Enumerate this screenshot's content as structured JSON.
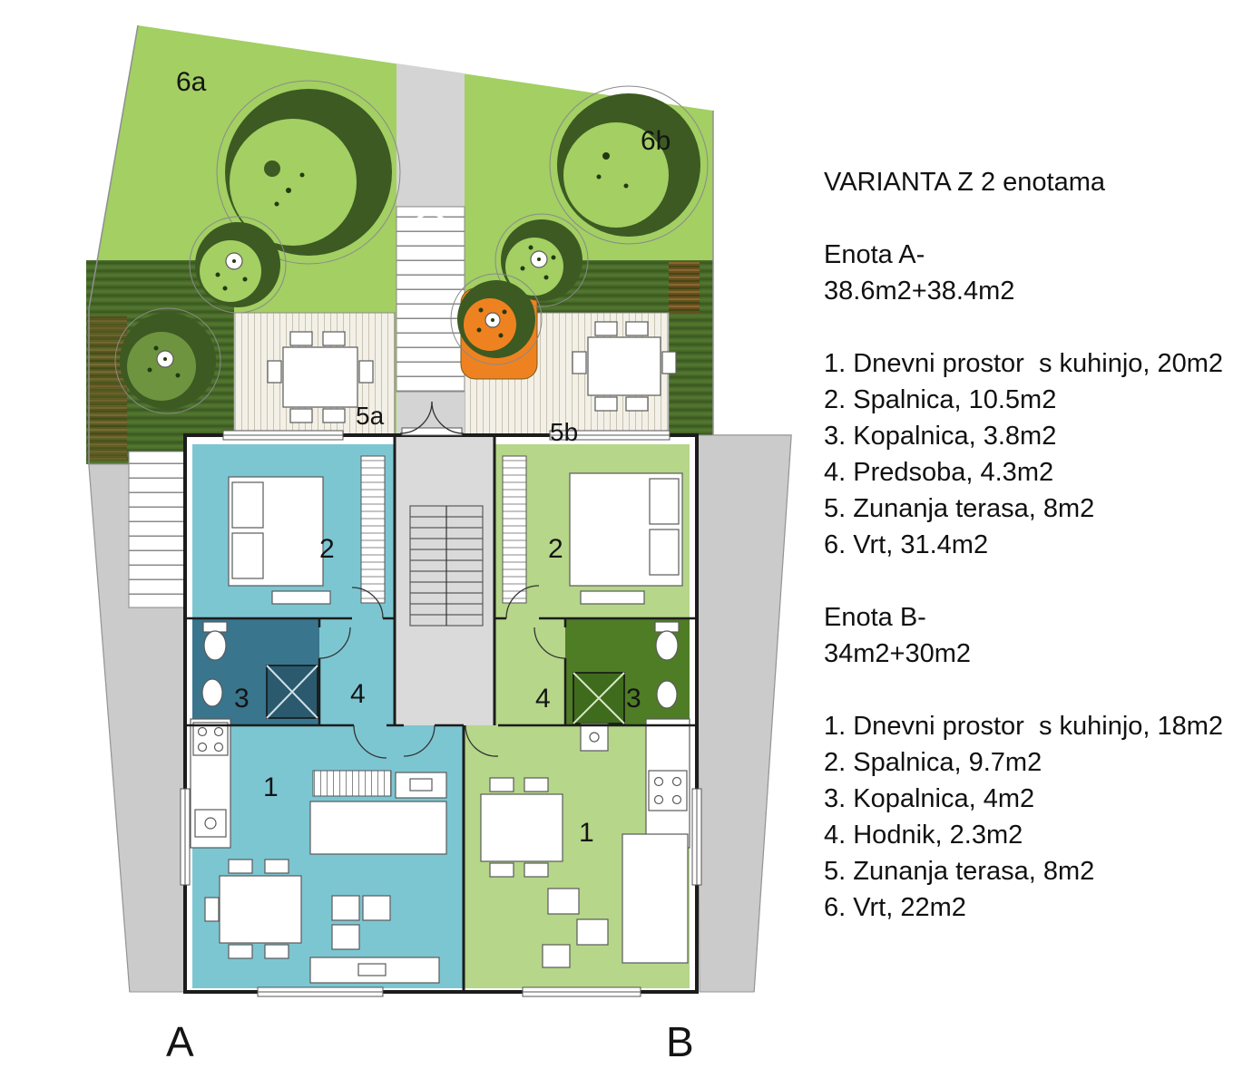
{
  "legend": {
    "title": "VARIANTA Z 2 enotama",
    "units": [
      {
        "name": "Enota A-",
        "area": "38.6m2+38.4m2",
        "rooms": [
          "1. Dnevni prostor  s kuhinjo, 20m2",
          "2. Spalnica, 10.5m2",
          "3. Kopalnica, 3.8m2",
          "4. Predsoba, 4.3m2",
          "5. Zunanja terasa, 8m2",
          "6. Vrt, 31.4m2"
        ]
      },
      {
        "name": "Enota B-",
        "area": "34m2+30m2",
        "rooms": [
          "1. Dnevni prostor  s kuhinjo, 18m2",
          "2. Spalnica, 9.7m2",
          "3. Kopalnica, 4m2",
          "4. Hodnik, 2.3m2",
          "5. Zunanja terasa, 8m2",
          "6. Vrt, 22m2"
        ]
      }
    ]
  },
  "plan": {
    "garden_a": "6a",
    "garden_b": "6b",
    "terrace_a": "5a",
    "terrace_b": "5b",
    "unit_a": {
      "label": "A",
      "living": "1",
      "bedroom": "2",
      "bath": "3",
      "hall": "4"
    },
    "unit_b": {
      "label": "B",
      "living": "1",
      "bedroom": "2",
      "bath": "3",
      "hall": "4"
    }
  },
  "colors": {
    "garden": "#a3cf63",
    "hedge": "#4a6d2b",
    "tree-dark": "#3c5a22",
    "tree-mid": "#6f9440",
    "path-gray": "#d4d4d4",
    "core-gray": "#dadada",
    "pave-gray": "#cbcbcb",
    "unit-a": "#7cc6d2",
    "unit-a-dark": "#39758d",
    "shower-a": "#2b5a6e",
    "unit-b": "#b6d689",
    "unit-b-dark": "#4f7d26",
    "shower-b": "#3f6b1d",
    "orange": "#ef8220",
    "wall": "#1c1c1c",
    "text": "#111111"
  }
}
